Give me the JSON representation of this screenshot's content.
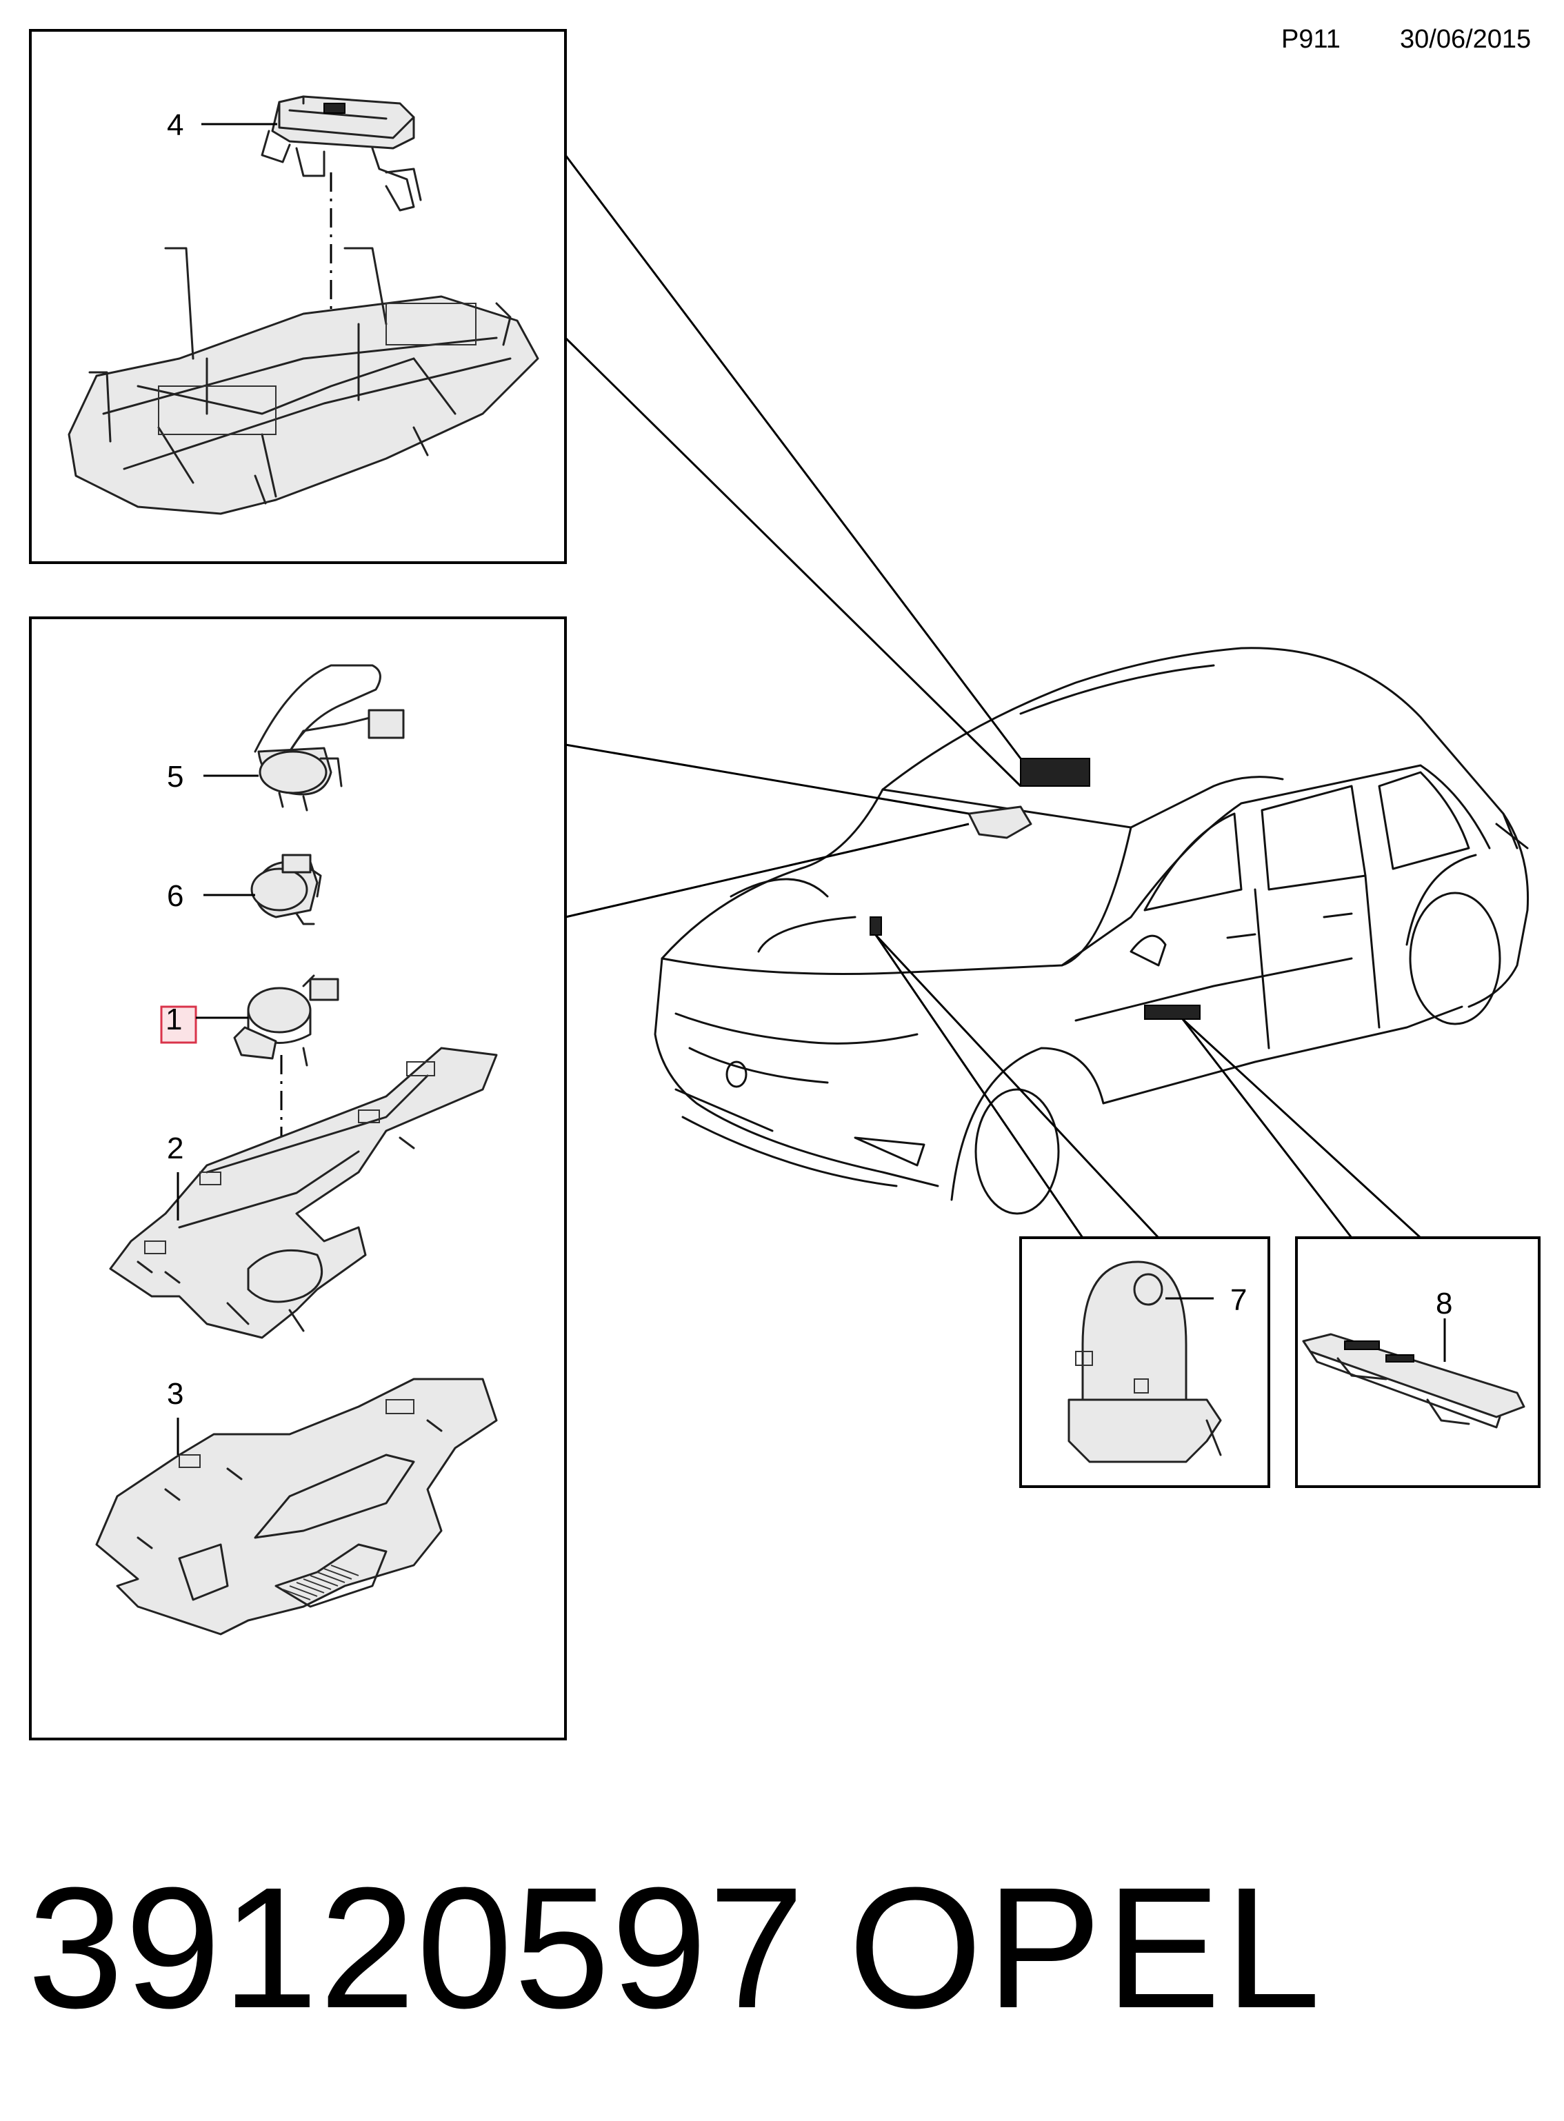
{
  "header": {
    "code": "P911",
    "date": "30/06/2015"
  },
  "footer": {
    "part_number": "39120597",
    "brand": "OPEL"
  },
  "callouts": {
    "c1": "1",
    "c2": "2",
    "c3": "3",
    "c4": "4",
    "c5": "5",
    "c6": "6",
    "c7": "7",
    "c8": "8"
  },
  "highlighted_callout": "1",
  "colors": {
    "line": "#000000",
    "highlight_border": "#d9334a",
    "highlight_fill": "#fbe3e6"
  }
}
